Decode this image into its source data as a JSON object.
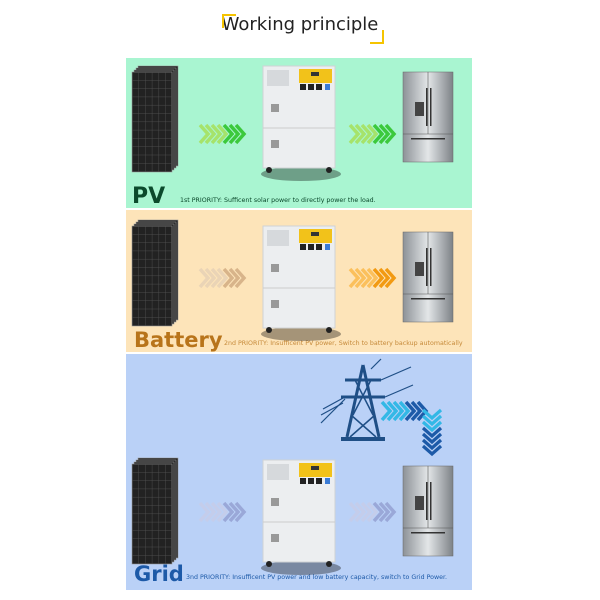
{
  "title": "Working principle",
  "colors": {
    "accent": "#f5c400",
    "pv_bg": "#a9f5d1",
    "battery_bg": "#fde4b9",
    "grid_bg": "#bad1f7",
    "pv_label": "#0b4a2c",
    "battery_label": "#b8741a",
    "grid_label": "#1d5aa8"
  },
  "modes": [
    {
      "label": "PV",
      "description": "1st PRIORITY: Sufficent solar power to directly power the load.",
      "icons": [
        "solar-panel",
        "green-arrows",
        "solar-generator",
        "green-arrows",
        "refrigerator"
      ]
    },
    {
      "label": "Battery",
      "description": "2nd PRIORITY: Insufficent PV power, Switch to battery backup automatically",
      "icons": [
        "solar-panel",
        "faded-arrows",
        "solar-generator",
        "orange-arrows",
        "refrigerator"
      ]
    },
    {
      "label": "Grid",
      "description": "3nd PRIORITY: Insufficent PV power and low battery capacity, switch to Grid Power.",
      "icons": [
        "power-tower",
        "blue-arrows",
        "solar-panel",
        "faded-blue-arrows",
        "solar-generator",
        "faded-blue-arrows",
        "refrigerator"
      ]
    }
  ]
}
